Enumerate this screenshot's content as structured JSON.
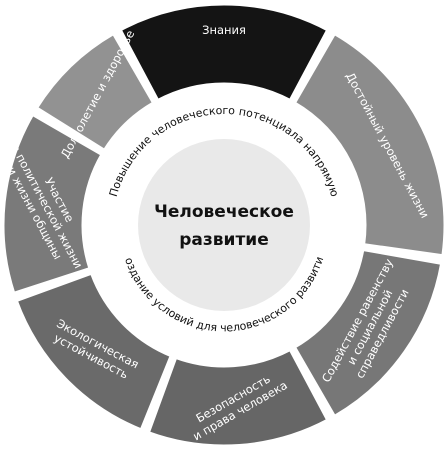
{
  "center": {
    "line1": "Человеческое",
    "line2": "развитие"
  },
  "ring_upper_label": "Повышение человеческого потенциала напрямую",
  "ring_lower_label": "Создание условий для человеческого развития",
  "segments": [
    {
      "key": "knowledge",
      "lines": [
        "Знания"
      ],
      "color": "#141414"
    },
    {
      "key": "living-standard",
      "lines": [
        "Достойный уровень жизни"
      ],
      "color": "#8c8c8c"
    },
    {
      "key": "equity",
      "lines": [
        "Содействие равенству",
        "и социальной",
        "справедливости"
      ],
      "color": "#777777"
    },
    {
      "key": "security",
      "lines": [
        "Безопасность",
        "и права человека"
      ],
      "color": "#666666"
    },
    {
      "key": "ecology",
      "lines": [
        "Экологическая",
        "устойчивость"
      ],
      "color": "#6a6a6a"
    },
    {
      "key": "participation",
      "lines": [
        "Участие",
        "в политической жизни",
        "и жизни общины"
      ],
      "color": "#7a7a7a"
    },
    {
      "key": "longevity",
      "lines": [
        "Долголетие и здоровье"
      ],
      "color": "#929292"
    }
  ],
  "colors": {
    "background": "#ffffff",
    "middle_ring": "#ffffff",
    "center_disc": "#e9e9e9",
    "text_dark": "#111111",
    "text_light": "#ffffff"
  }
}
